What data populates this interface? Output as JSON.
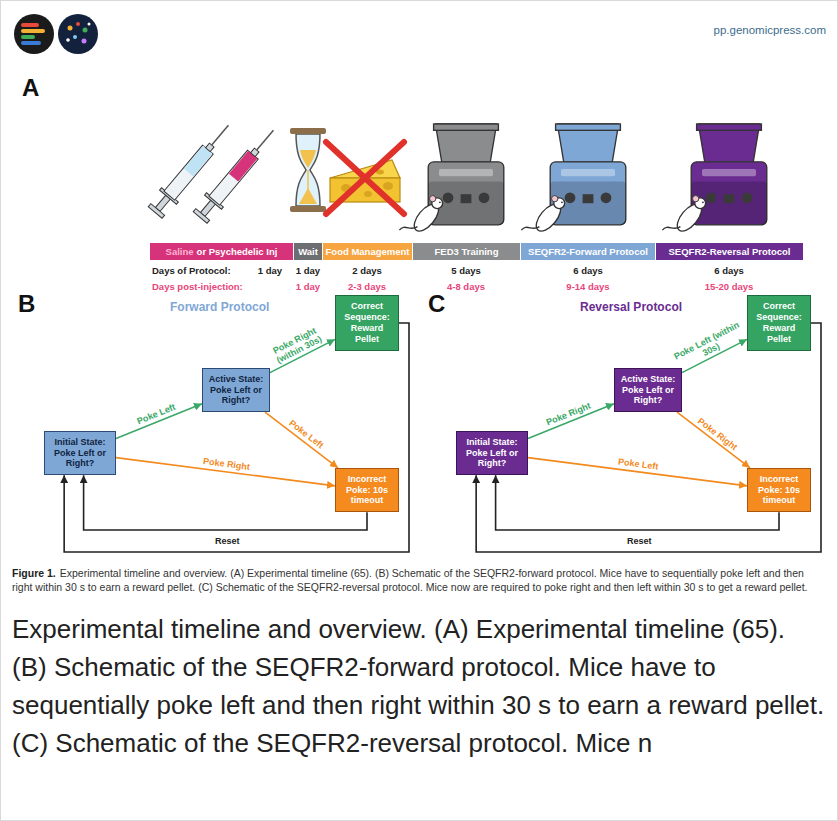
{
  "diagram": {
    "caption": "Experimental timeline and overview. (A) Experimental timeline (65). (B) Schematic of the SEQFR2-forward protocol. Mice have to sequentially poke left and then right within 30 s to earn a reward pellet. (C) Schematic of the SEQFR2-reversal protocol. Mice now are required to poke right and then left within 30 s to get a reward pellet.",
    "nodes": [
      {
        "text": [
          "Saline",
          "or Psychedelic Inj"
        ]
      },
      {
        "text": [
          "Wait"
        ]
      },
      {
        "text": [
          "Food Management"
        ]
      },
      {
        "text": [
          "FED3 Training"
        ]
      },
      {
        "text": [
          "SEQFR2-Forward Protocol"
        ]
      },
      {
        "text": [
          "SEQFR2-Reversal Protocol"
        ]
      },
      {
        "text": [
          "Initial State: Poke Left or Right?"
        ]
      },
      {
        "text": [
          "Active State: Poke Left or Right?"
        ]
      },
      {
        "text": [
          "Correct Sequence: Reward Pellet"
        ]
      },
      {
        "text": [
          "Incorrect Poke: 10s timeout"
        ]
      },
      {
        "text": [
          "Initial State: Poke Left or Right?"
        ]
      },
      {
        "text": [
          "Active State: Poke Left or Right?"
        ]
      },
      {
        "text": [
          "Correct Sequence: Reward Pellet"
        ]
      },
      {
        "text": [
          "Incorrect Poke: 10s timeout"
        ]
      }
    ],
    "edges": [
      {
        "from": 6,
        "to": 7,
        "label": "Poke Left",
        "arrow": "to"
      },
      {
        "from": 7,
        "to": 8,
        "label": "Poke Right (within 30s)",
        "arrow": "to"
      },
      {
        "from": 7,
        "to": 9,
        "label": "Poke Left",
        "arrow": "to"
      },
      {
        "from": 6,
        "to": 9,
        "label": "Poke Right",
        "arrow": "to"
      },
      {
        "from": 9,
        "to": 6,
        "label": "Reset",
        "arrow": "to"
      },
      {
        "from": 8,
        "to": 6,
        "arrow": "to"
      },
      {
        "from": 10,
        "to": 11,
        "label": "Poke Right",
        "arrow": "to"
      },
      {
        "from": 11,
        "to": 12,
        "label": "Poke Left (within 30s)",
        "arrow": "to"
      },
      {
        "from": 11,
        "to": 13,
        "label": "Poke Right",
        "arrow": "to"
      },
      {
        "from": 10,
        "to": 13,
        "label": "Poke Left",
        "arrow": "to"
      },
      {
        "from": 13,
        "to": 10,
        "label": "Reset",
        "arrow": "to"
      },
      {
        "from": 12,
        "to": 10,
        "arrow": "to"
      }
    ],
    "labels": [
      "pp.genomicpress.com",
      "A",
      "Days of Protocol:",
      "1 day",
      "1 day",
      "2 days",
      "5 days",
      "6 days",
      "6 days",
      "Days post-injection:",
      "1 day",
      "2-3 days",
      "4-8 days",
      "9-14 days",
      "15-20 days",
      "B",
      "Forward Protocol",
      "C",
      "Reversal Protocol",
      "Figure 1.",
      "Experimental timeline and overview. (A) Experimental timeline (65). (B) Schematic of the SEQFR2-forward protocol. Mice have to sequentially poke left and then right within 30 s to earn a reward pellet. (C) Schematic of the SEQFR2-reversal protocol. Mice n"
    ]
  }
}
